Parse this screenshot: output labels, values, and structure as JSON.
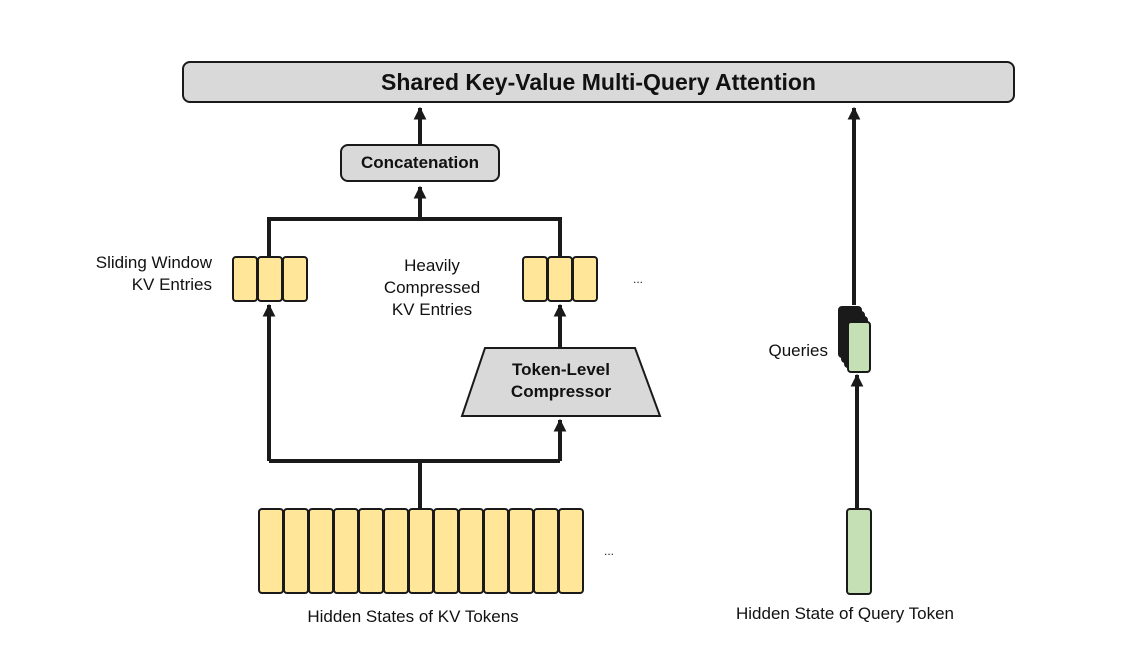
{
  "attention_title": "Shared Key-Value Multi-Query Attention",
  "concatenation_label": "Concatenation",
  "compressor": {
    "line1": "Token-Level",
    "line2": "Compressor"
  },
  "sliding_window": {
    "line1": "Sliding Window",
    "line2": "KV Entries"
  },
  "compressed_entries": {
    "line1": "Heavily",
    "line2": "Compressed",
    "line3": "KV Entries"
  },
  "queries_label": "Queries",
  "kv_hidden_states_label": "Hidden States of KV Tokens",
  "query_hidden_state_label": "Hidden State of Query Token",
  "ellipsis": "...",
  "counts": {
    "kv_tokens": 13,
    "sliding_window_entries": 3,
    "compressed_entries": 3,
    "queries": 4
  },
  "colors": {
    "kv": "#ffe699",
    "query": "#c5e0b4",
    "module": "#d9d9d9",
    "line": "#1a1a1a"
  }
}
